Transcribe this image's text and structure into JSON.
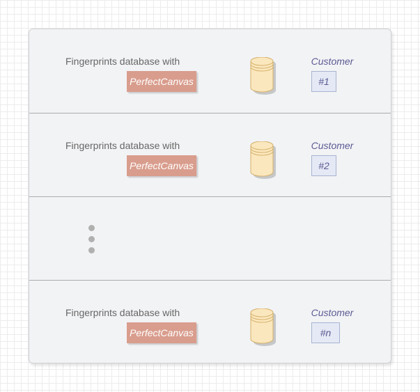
{
  "rows": [
    {
      "db_text": "Fingerprints database with",
      "product": "PerfectCanvas",
      "customer_label": "Customer",
      "customer_id": "#1"
    },
    {
      "db_text": "Fingerprints database with",
      "product": "PerfectCanvas",
      "customer_label": "Customer",
      "customer_id": "#2"
    },
    {
      "db_text": "Fingerprints database with",
      "product": "PerfectCanvas",
      "customer_label": "Customer",
      "customer_id": "#n"
    }
  ],
  "colors": {
    "product_box": "#d99d8d",
    "database_fill": "#fbe7bd",
    "database_stroke": "#d4b06a",
    "customer_box": "#e4e9f5",
    "customer_text": "#5c5a93",
    "ellipsis_dots": "#b0b0b0"
  },
  "icons": {
    "database": "database-cylinder-icon",
    "ellipsis": "vertical-ellipsis-icon"
  }
}
